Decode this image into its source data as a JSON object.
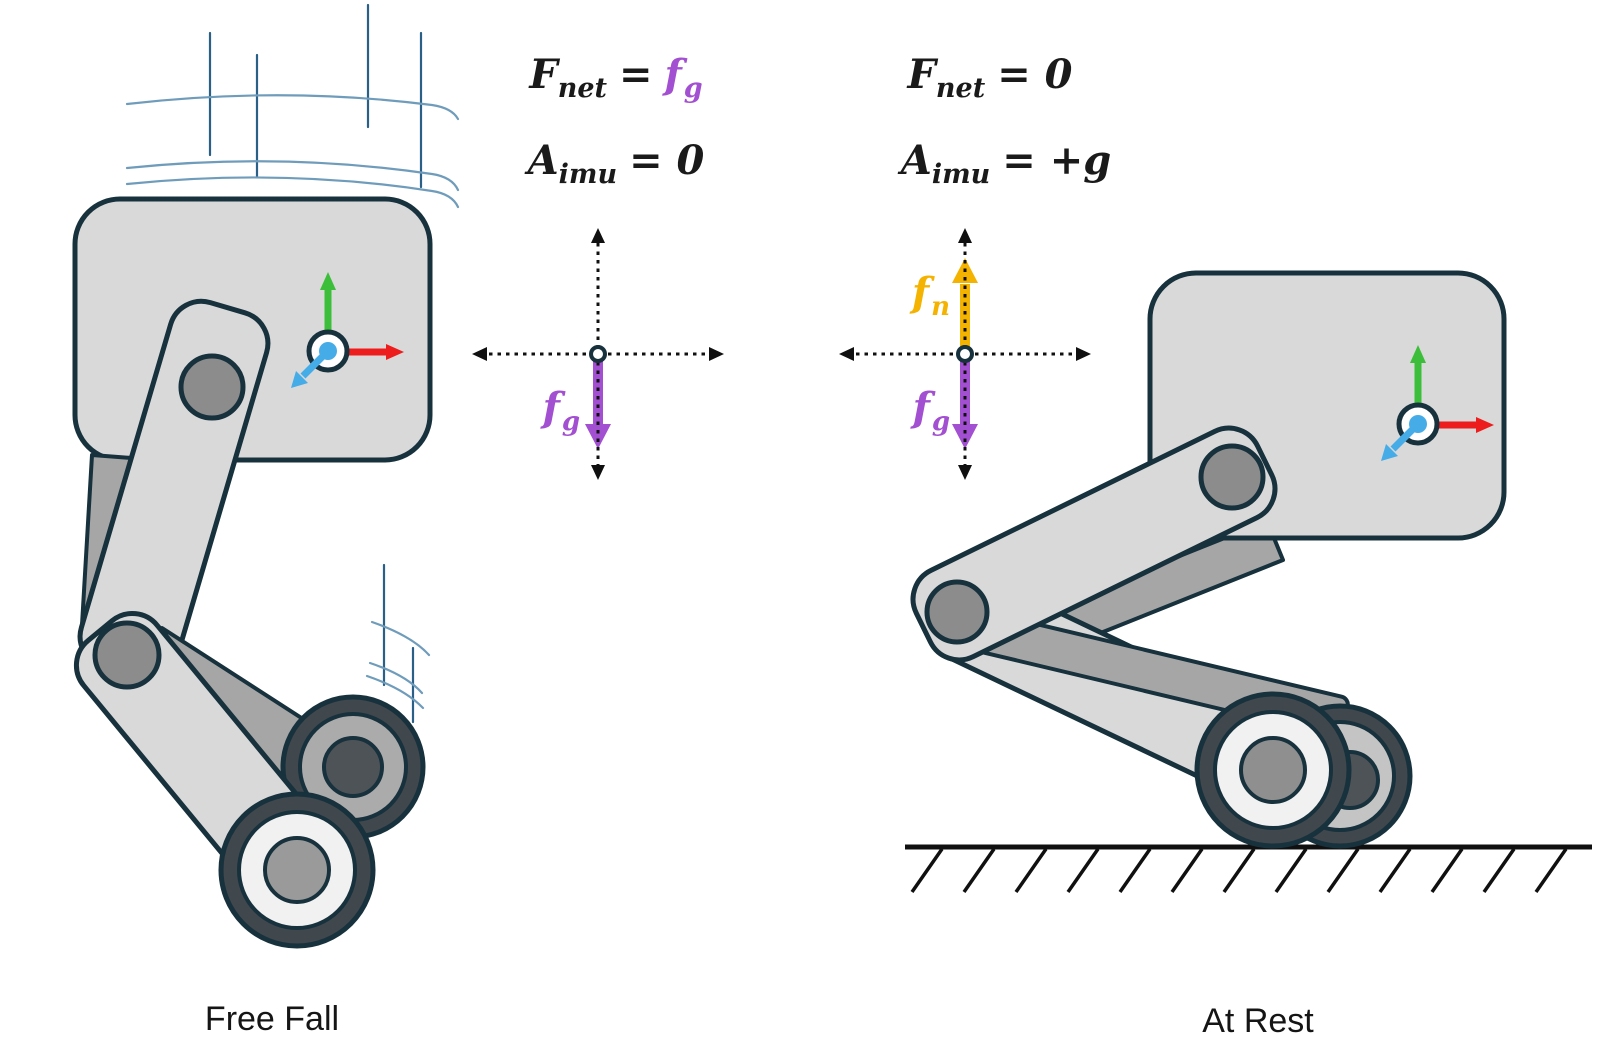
{
  "title": "IMU free-fall vs at-rest force diagram",
  "captions": {
    "left": "Free Fall",
    "right": "At Rest"
  },
  "equations": {
    "left_fnet": {
      "lhs": "F",
      "lhs_sub": "net",
      "eq": "=",
      "rhs": "f",
      "rhs_sub": "g"
    },
    "left_aimu": {
      "lhs": "A",
      "lhs_sub": "imu",
      "eq": "= 0"
    },
    "right_fnet": {
      "lhs": "F",
      "lhs_sub": "net",
      "eq": "= 0"
    },
    "right_aimu": {
      "lhs": "A",
      "lhs_sub": "imu",
      "eq": "= +g"
    }
  },
  "force_diagrams": {
    "left": {
      "forces": [
        {
          "label": "f",
          "sub": "g",
          "direction": "down",
          "color": "#A24FD1"
        }
      ]
    },
    "right": {
      "forces": [
        {
          "label": "f",
          "sub": "n",
          "direction": "up",
          "color": "#F5B301"
        },
        {
          "label": "f",
          "sub": "g",
          "direction": "down",
          "color": "#A24FD1"
        }
      ]
    }
  },
  "imu_frame": {
    "axes": [
      {
        "name": "up-axis",
        "color": "#3CBE3A"
      },
      {
        "name": "right-axis",
        "color": "#EE1D1D"
      },
      {
        "name": "out-axis",
        "color": "#45ACE8"
      }
    ]
  },
  "colors": {
    "body_fill": "#D9D9D9",
    "outline": "#17313D",
    "joint_fill": "#8C8C8C",
    "link_shadow": "#A6A6A6",
    "wheel_rim": "#40474D",
    "wheel_face_light": "#F1F1F1",
    "gravity_purple": "#A24FD1",
    "normal_yellow": "#F5B301",
    "axis_green": "#3CBE3A",
    "axis_red": "#EE1D1D",
    "axis_blue": "#45ACE8"
  }
}
